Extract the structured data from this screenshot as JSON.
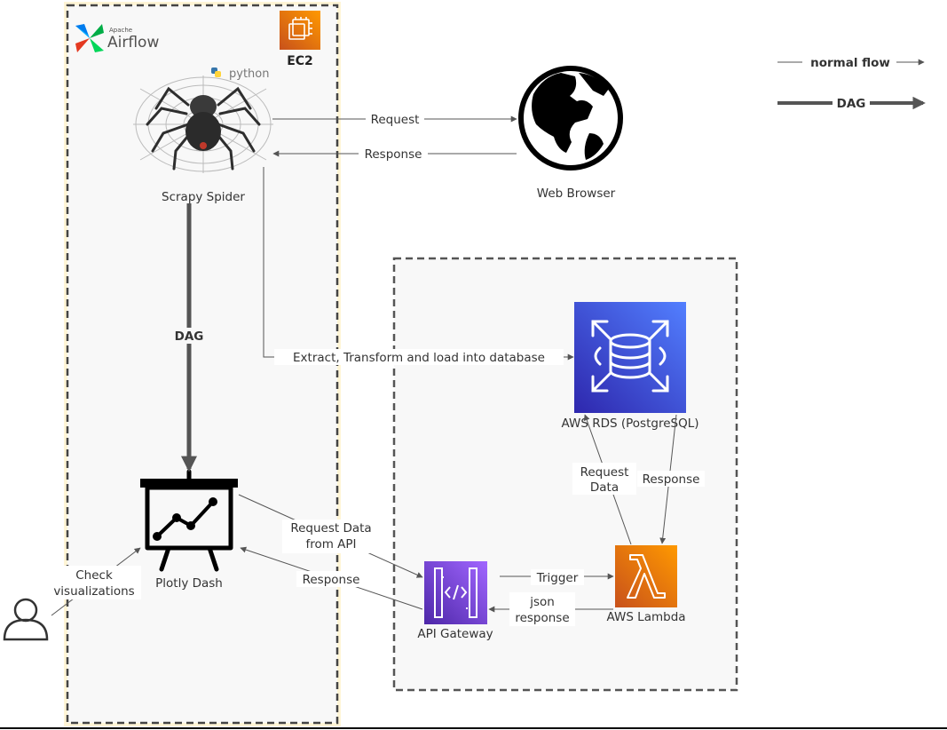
{
  "legend": {
    "normal_flow": "normal flow",
    "dag": "DAG"
  },
  "airflow_logo": {
    "brand_small": "Apache",
    "brand": "Airflow"
  },
  "ec2": {
    "label": "EC2",
    "color": "#ED7100"
  },
  "spider": {
    "badge": "python",
    "label": "Scrapy Spider"
  },
  "browser": {
    "label": "Web Browser"
  },
  "rds": {
    "label": "AWS RDS (PostgreSQL)",
    "color": "#3B48CC"
  },
  "lambda": {
    "label": "AWS Lambda",
    "color": "#ED7100"
  },
  "api_gateway": {
    "label": "API Gateway",
    "color": "#8C4FFF"
  },
  "plotly": {
    "label": "Plotly Dash"
  },
  "edges": {
    "request": "Request",
    "response_browser": "Response",
    "dag": "DAG",
    "etl": "Extract, Transform and load into database",
    "request_data_line1": "Request",
    "request_data_line2": "Data",
    "response_rds": "Response",
    "request_api_line1": "Request Data",
    "request_api_line2": "from API",
    "response_plotly": "Response",
    "trigger": "Trigger",
    "json_line1": "json",
    "json_line2": "response",
    "check_line1": "Check",
    "check_line2": "visualizations"
  },
  "colors": {
    "line": "#555555",
    "airflow_glow": "#FFF2CC",
    "container_bg": "#F8F8F8"
  }
}
